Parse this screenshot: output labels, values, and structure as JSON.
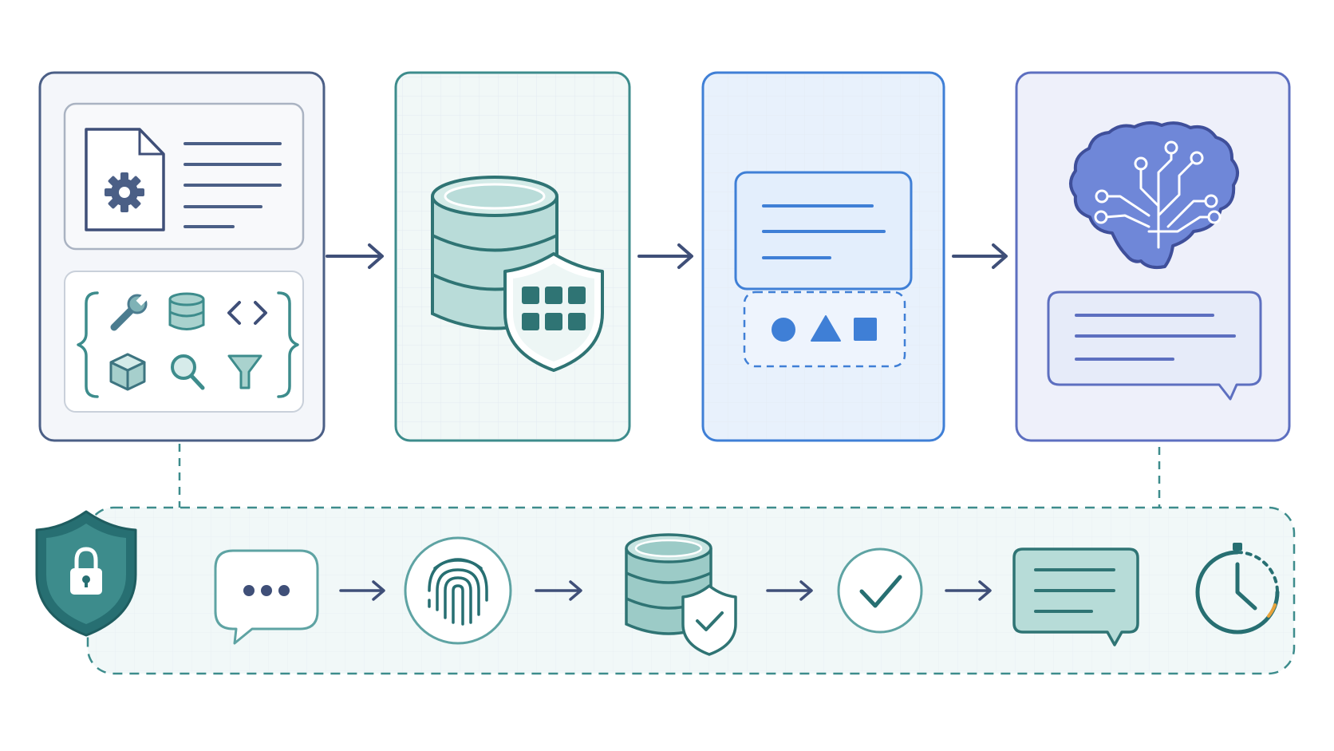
{
  "colors": {
    "navy": "#3f4f78",
    "slate": "#4b5f86",
    "teal": "#3d8c8c",
    "teal_dark": "#276f72",
    "teal_fill": "#b9dcd9",
    "teal_bg": "#f1f8f7",
    "blue": "#3f7fd6",
    "blue_bg": "#e8f1fc",
    "indigo": "#5d6fc0",
    "indigo_bg": "#eef0fa",
    "brain_fill": "#6f87d8",
    "gray_bg": "#f3f5f8",
    "accent_orange": "#e8a23a"
  },
  "pipeline": [
    {
      "id": "sources",
      "icons": [
        "document-gear-icon",
        "text-lines-icon",
        "curly-braces-icon",
        "wrench-icon",
        "database-icon",
        "code-brackets-icon",
        "cube-icon",
        "search-icon",
        "filter-icon"
      ]
    },
    {
      "id": "secure-storage",
      "icons": [
        "database-icon",
        "shield-grid-icon"
      ]
    },
    {
      "id": "structuring",
      "icons": [
        "text-card-icon",
        "circle-shape-icon",
        "triangle-shape-icon",
        "square-shape-icon"
      ]
    },
    {
      "id": "ai-output",
      "icons": [
        "brain-circuit-icon",
        "speech-bubble-icon"
      ]
    }
  ],
  "governance_flow": {
    "icons": [
      "lock-shield-icon",
      "chat-dots-icon",
      "fingerprint-icon",
      "database-check-icon",
      "checkmark-circle-icon",
      "message-lines-icon",
      "stopwatch-icon"
    ]
  }
}
